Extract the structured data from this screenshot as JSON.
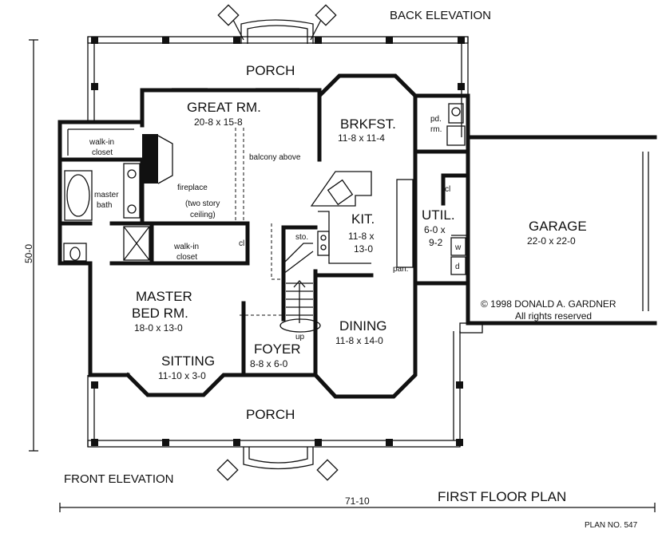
{
  "elevations": {
    "back": "BACK ELEVATION",
    "front": "FRONT ELEVATION"
  },
  "rooms": {
    "porch_back": "PORCH",
    "great_rm": {
      "name": "GREAT RM.",
      "dims": "20-8 x 15-8"
    },
    "brkfst": {
      "name": "BRKFST.",
      "dims": "11-8 x 11-4"
    },
    "kit": {
      "name": "KIT.",
      "dims_line1": "11-8 x",
      "dims_line2": "13-0"
    },
    "util": {
      "name": "UTIL.",
      "dims_line1": "6-0 x",
      "dims_line2": "9-2"
    },
    "garage": {
      "name": "GARAGE",
      "dims": "22-0 x 22-0"
    },
    "master_bed": {
      "name_line1": "MASTER",
      "name_line2": "BED RM.",
      "dims": "18-0 x 13-0"
    },
    "sitting": {
      "name": "SITTING",
      "dims": "11-10 x 3-0"
    },
    "foyer": {
      "name": "FOYER",
      "dims": "8-8 x 6-0"
    },
    "dining": {
      "name": "DINING",
      "dims": "11-8 x 14-0"
    },
    "porch_front": "PORCH"
  },
  "labels": {
    "walkin_closet_top_1": "walk-in",
    "walkin_closet_top_2": "closet",
    "master_bath_1": "master",
    "master_bath_2": "bath",
    "walkin_closet_bot_1": "walk-in",
    "walkin_closet_bot_2": "closet",
    "fireplace": "fireplace",
    "two_story_1": "(two story",
    "two_story_2": "ceiling)",
    "balcony": "balcony above",
    "closet_cl_a": "cl",
    "closet_cl_b": "cl",
    "sto": "sto.",
    "pan": "pan.",
    "pd_rm_1": "pd.",
    "pd_rm_2": "rm.",
    "w": "w",
    "d": "d",
    "up": "up"
  },
  "copyright": {
    "line1": "© 1998 DONALD A. GARDNER",
    "line2": "All rights reserved"
  },
  "dimensions": {
    "depth": "50-0",
    "width": "71-10"
  },
  "title": "FIRST FLOOR PLAN",
  "plan_no": "PLAN NO. 547"
}
